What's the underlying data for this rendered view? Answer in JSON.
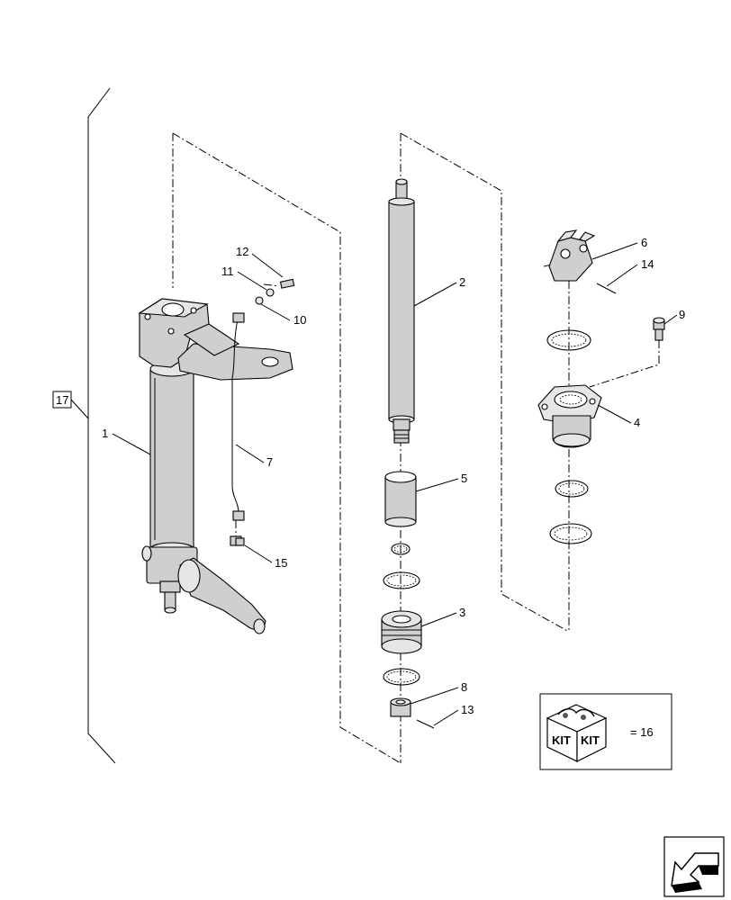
{
  "callouts": {
    "c1": "1",
    "c2": "2",
    "c3": "3",
    "c4": "4",
    "c5": "5",
    "c6": "6",
    "c7": "7",
    "c8": "8",
    "c9": "9",
    "c10": "10",
    "c11": "11",
    "c12": "12",
    "c13": "13",
    "c14": "14",
    "c15": "15",
    "c17": "17"
  },
  "kit_box": {
    "badge_left": "KIT",
    "badge_right": "KIT",
    "equals_text": "= 16"
  },
  "icons": {
    "kit": "kit-box-icon",
    "nav": "navigation-arrow-icon"
  }
}
